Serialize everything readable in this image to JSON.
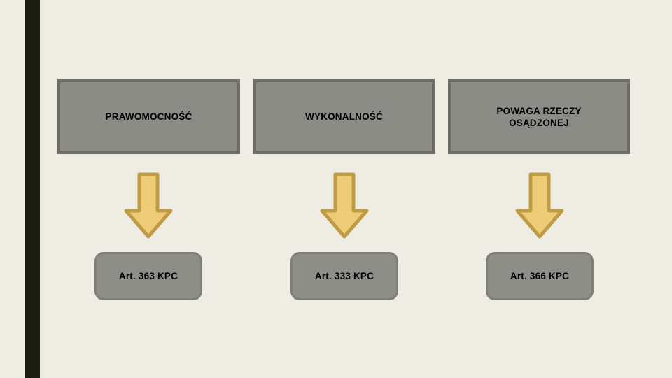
{
  "slide": {
    "background_color": "#efece4",
    "accent_stripe_color": "#1a1c10",
    "box_fill_color": "#8c8c86",
    "box_border_color": "#6d6d66",
    "arrow_fill_color": "#eecb77",
    "arrow_border_color": "#bf9b43",
    "text_color": "#000000"
  },
  "concepts": [
    {
      "label": "PRAWOMOCNOŚĆ"
    },
    {
      "label": "WYKONALNOŚĆ"
    },
    {
      "label": "POWAGA RZECZY\nOSĄDZONEJ"
    }
  ],
  "arrows": [
    {
      "direction": "down"
    },
    {
      "direction": "down"
    },
    {
      "direction": "down"
    }
  ],
  "references": [
    {
      "label": "Art. 363 KPC"
    },
    {
      "label": "Art. 333 KPC"
    },
    {
      "label": "Art. 366 KPC"
    }
  ]
}
